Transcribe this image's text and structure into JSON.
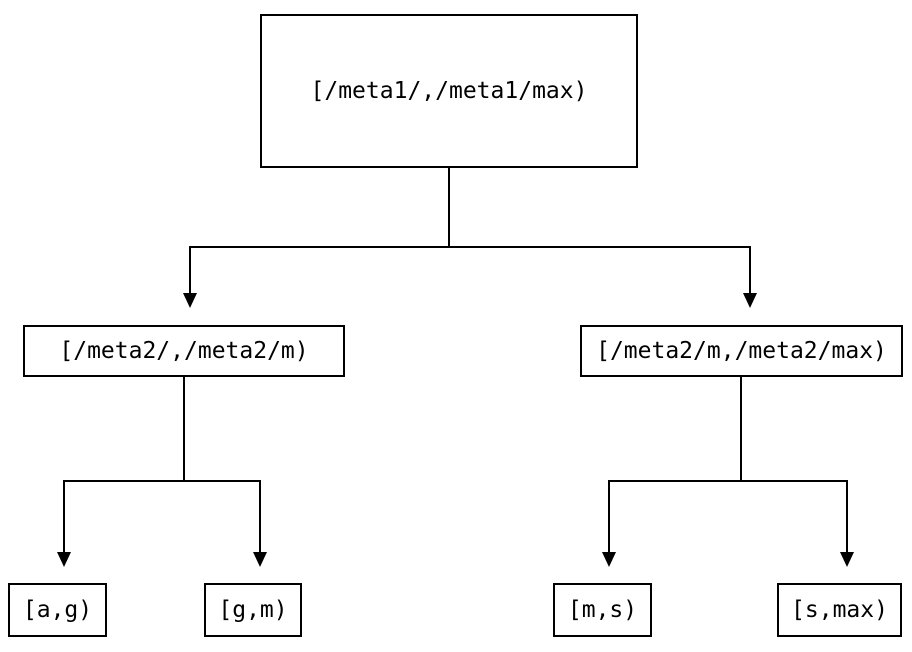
{
  "diagram": {
    "type": "tree",
    "nodes": {
      "root": {
        "label": "[/meta1/,/meta1/max)"
      },
      "meta2_low": {
        "label": "[/meta2/,/meta2/m)"
      },
      "meta2_high": {
        "label": "[/meta2/m,/meta2/max)"
      },
      "leaf_ag": {
        "label": "[a,g)"
      },
      "leaf_gm": {
        "label": "[g,m)"
      },
      "leaf_ms": {
        "label": "[m,s)"
      },
      "leaf_smax": {
        "label": "[s,max)"
      }
    },
    "edges": [
      {
        "from": "root",
        "to": "meta2_low"
      },
      {
        "from": "root",
        "to": "meta2_high"
      },
      {
        "from": "meta2_low",
        "to": "leaf_ag"
      },
      {
        "from": "meta2_low",
        "to": "leaf_gm"
      },
      {
        "from": "meta2_high",
        "to": "leaf_ms"
      },
      {
        "from": "meta2_high",
        "to": "leaf_smax"
      }
    ],
    "colors": {
      "line": "#000000",
      "node_border": "#000000",
      "text": "#000000",
      "background": "#ffffff"
    }
  }
}
